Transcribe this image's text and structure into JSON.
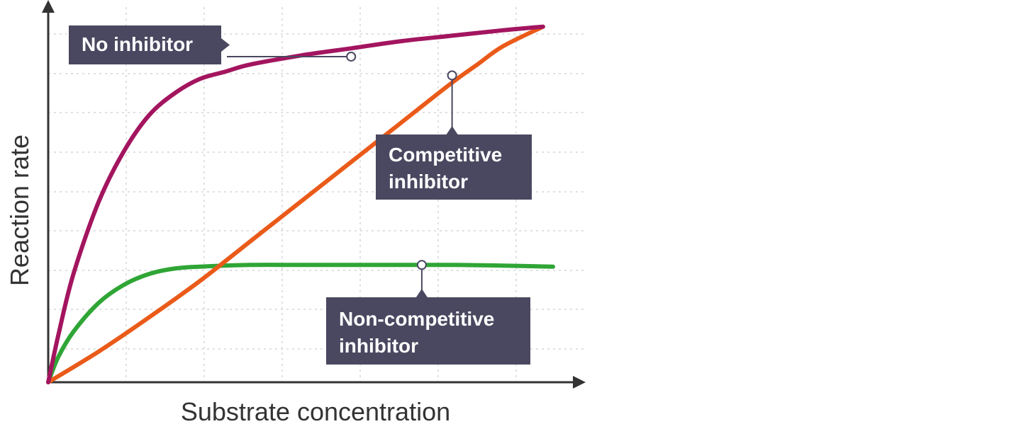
{
  "chart_data": {
    "type": "line",
    "xlabel": "Substrate concentration",
    "ylabel": "Reaction rate",
    "xlim": [
      0,
      1
    ],
    "ylim": [
      0,
      1
    ],
    "grid": true,
    "series": [
      {
        "name": "No inhibitor",
        "color": "#a3155f",
        "x": [
          0,
          0.02,
          0.05,
          0.1,
          0.15,
          0.2,
          0.25,
          0.3,
          0.35,
          0.4,
          0.5,
          0.6,
          0.7,
          0.8,
          0.9,
          0.98
        ],
        "y": [
          0,
          0.13,
          0.3,
          0.5,
          0.64,
          0.74,
          0.8,
          0.84,
          0.86,
          0.88,
          0.905,
          0.925,
          0.945,
          0.96,
          0.975,
          0.985
        ]
      },
      {
        "name": "Competitive inhibitor",
        "color": "#ea5a19",
        "x": [
          0,
          0.1,
          0.2,
          0.3,
          0.4,
          0.5,
          0.6,
          0.7,
          0.8,
          0.85,
          0.9,
          0.98
        ],
        "y": [
          0,
          0.085,
          0.18,
          0.28,
          0.39,
          0.5,
          0.61,
          0.72,
          0.83,
          0.88,
          0.93,
          0.985
        ]
      },
      {
        "name": "Non-competitive inhibitor",
        "color": "#2fa535",
        "x": [
          0,
          0.02,
          0.05,
          0.1,
          0.15,
          0.2,
          0.25,
          0.3,
          0.4,
          0.5,
          0.6,
          0.7,
          0.8,
          0.9,
          1.0
        ],
        "y": [
          0,
          0.07,
          0.14,
          0.22,
          0.27,
          0.3,
          0.315,
          0.32,
          0.325,
          0.325,
          0.325,
          0.325,
          0.325,
          0.323,
          0.32
        ]
      }
    ],
    "annotations": [
      {
        "series": 0,
        "text": [
          "No inhibitor"
        ],
        "x": 0.6,
        "y": 0.902
      },
      {
        "series": 1,
        "text": [
          "Competitive",
          "inhibitor"
        ],
        "x": 0.8,
        "y": 0.85
      },
      {
        "series": 2,
        "text": [
          "Non-competitive",
          "inhibitor"
        ],
        "x": 0.74,
        "y": 0.325
      }
    ],
    "axis_color": "#333333",
    "callout_color": "#4a4860"
  }
}
